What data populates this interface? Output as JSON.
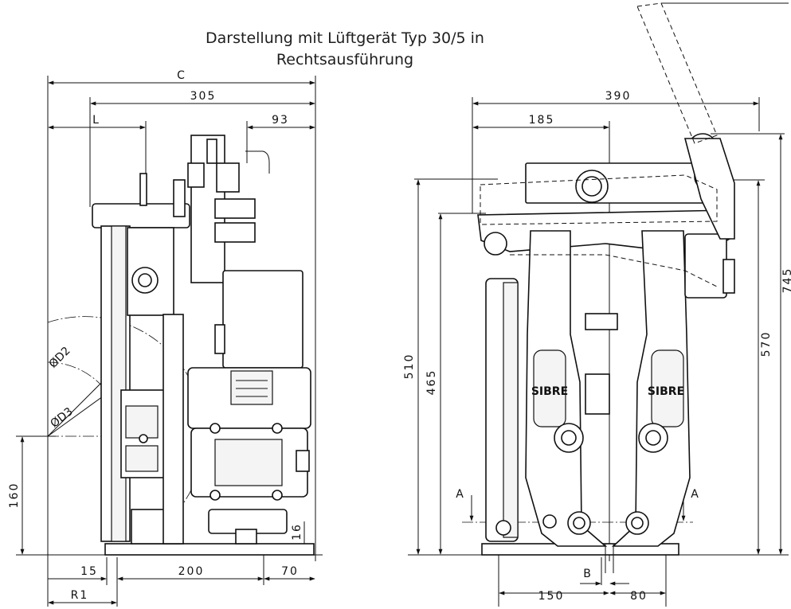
{
  "title": {
    "line1": "Darstellung mit Lüftgerät Typ 30/5 in",
    "line2": "Rechtsausführung"
  },
  "left_view": {
    "dims": {
      "c": "C",
      "w305": "305",
      "l": "L",
      "w93": "93",
      "d2": "ØD2",
      "d3": "ØD3",
      "h160": "160",
      "h16": "16",
      "w15": "15",
      "w200": "200",
      "w70": "70",
      "r1": "R1"
    }
  },
  "right_view": {
    "dims": {
      "w390": "390",
      "w185": "185",
      "h510": "510",
      "h465": "465",
      "h570": "570",
      "h745": "745",
      "w150": "150",
      "w80": "80",
      "b": "B"
    },
    "section_label": "A",
    "logo_text": "SIBRE"
  }
}
